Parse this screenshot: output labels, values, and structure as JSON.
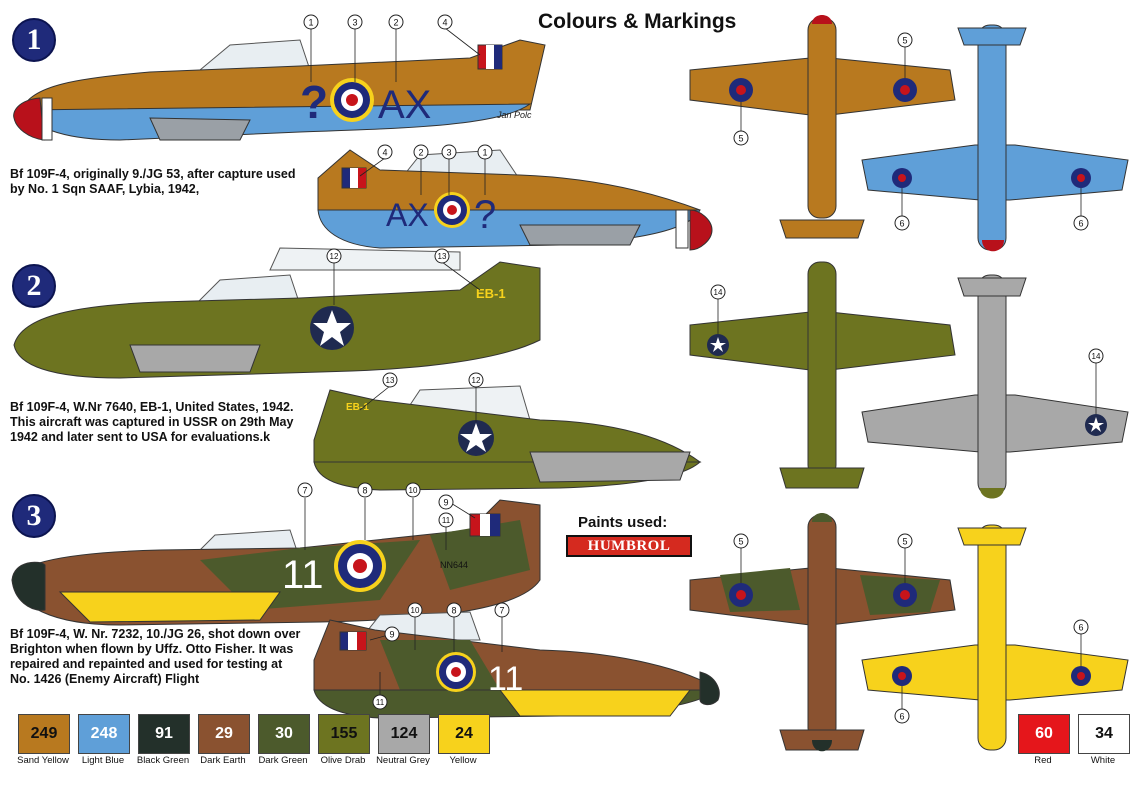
{
  "page_title": "Colours & Markings",
  "schemes": [
    {
      "number": "1",
      "description": [
        "Bf 109F-4, originally 9./JG 53, after capture used",
        "by No. 1 Sqn SAAF, Lybia, 1942,"
      ],
      "code": "AX",
      "question_mark": "?",
      "signature": "Jan Polc"
    },
    {
      "number": "2",
      "description": [
        "Bf 109F-4, W.Nr 7640, EB-1, United States, 1942.",
        "This aircraft was captured in USSR on 29th May",
        "1942 and later sent to USA for evaluations.k"
      ],
      "code": "EB-1"
    },
    {
      "number": "3",
      "description": [
        "Bf 109F-4, W. Nr. 7232, 10./JG 26, shot down over",
        "Brighton when flown by Uffz. Otto Fisher. It was",
        "repaired and repainted and used for testing at",
        "No. 1426 (Enemy Aircraft) Flight"
      ],
      "code": "11",
      "serial": "NN644"
    }
  ],
  "callouts": [
    "1",
    "2",
    "3",
    "4",
    "5",
    "6",
    "7",
    "8",
    "9",
    "10",
    "11",
    "12",
    "13",
    "14"
  ],
  "paints_label": "Paints used:",
  "brand": "HUMBROL",
  "swatches": [
    {
      "code": "249",
      "name": "Sand Yellow",
      "color": "#b8791f"
    },
    {
      "code": "248",
      "name": "Light Blue",
      "color": "#5f9fd8"
    },
    {
      "code": "91",
      "name": "Black Green",
      "color": "#23302a"
    },
    {
      "code": "29",
      "name": "Dark Earth",
      "color": "#8a5230"
    },
    {
      "code": "30",
      "name": "Dark Green",
      "color": "#4c5a2c"
    },
    {
      "code": "155",
      "name": "Olive Drab",
      "color": "#6d7420"
    },
    {
      "code": "124",
      "name": "Neutral Grey",
      "color": "#a8a8a8"
    },
    {
      "code": "24",
      "name": "Yellow",
      "color": "#f7d21c"
    },
    {
      "code": "60",
      "name": "Red",
      "color": "#e5161b"
    },
    {
      "code": "34",
      "name": "White",
      "color": "#ffffff"
    }
  ]
}
